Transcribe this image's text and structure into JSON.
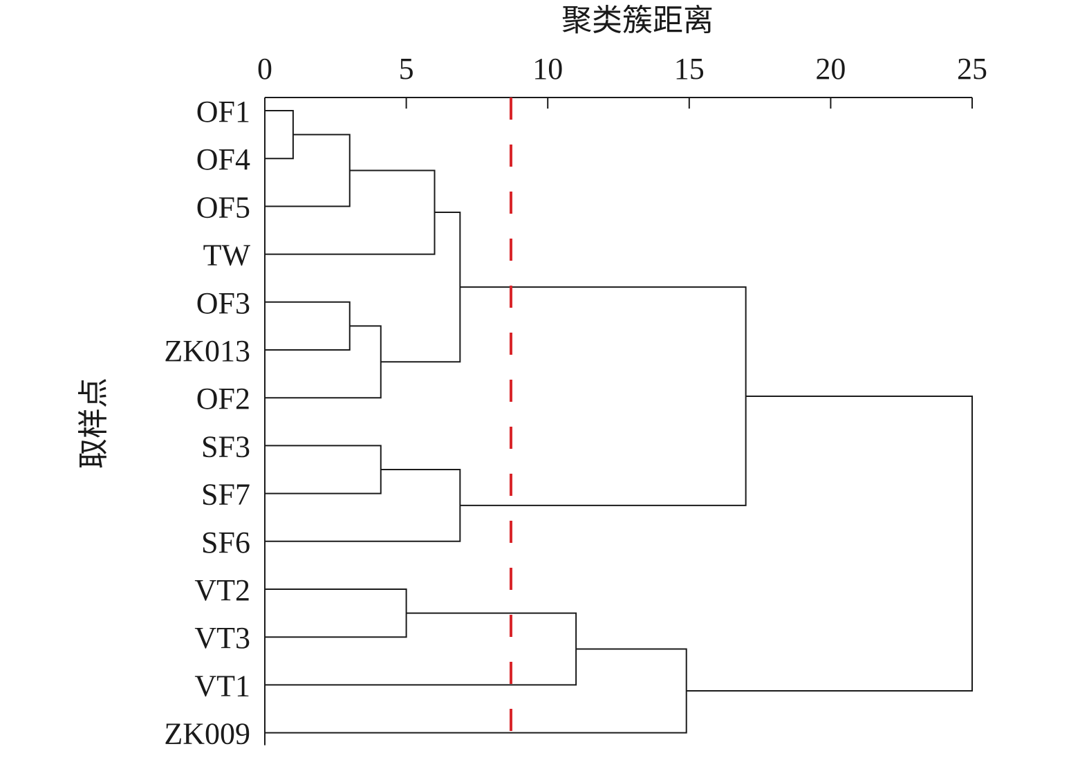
{
  "chart_data": {
    "type": "dendrogram",
    "xlabel": "聚类簇距离",
    "ylabel": "取样点",
    "xlim": [
      0,
      25
    ],
    "xticks": [
      0,
      5,
      10,
      15,
      20,
      25
    ],
    "leaves": [
      "OF1",
      "OF4",
      "OF5",
      "TW",
      "OF3",
      "ZK013",
      "OF2",
      "SF3",
      "SF7",
      "SF6",
      "VT2",
      "VT3",
      "VT1",
      "ZK009"
    ],
    "merges": [
      {
        "left": "OF1",
        "right": "OF4",
        "distance": 1.0
      },
      {
        "left": "OF1+OF4",
        "right": "OF5",
        "distance": 3.0
      },
      {
        "left": "OF1+OF4+OF5",
        "right": "TW",
        "distance": 6.0
      },
      {
        "left": "OF3",
        "right": "ZK013",
        "distance": 3.0
      },
      {
        "left": "OF3+ZK013",
        "right": "OF2",
        "distance": 4.1
      },
      {
        "left": "OF1+OF4+OF5+TW",
        "right": "OF3+ZK013+OF2",
        "distance": 6.9
      },
      {
        "left": "SF3",
        "right": "SF7",
        "distance": 4.1
      },
      {
        "left": "SF3+SF7",
        "right": "SF6",
        "distance": 6.9
      },
      {
        "left": "OF-group",
        "right": "SF-group",
        "distance": 17.0
      },
      {
        "left": "VT2",
        "right": "VT3",
        "distance": 5.0
      },
      {
        "left": "VT2+VT3",
        "right": "VT1",
        "distance": 11.0
      },
      {
        "left": "VT2+VT3+VT1",
        "right": "ZK009",
        "distance": 14.9
      },
      {
        "left": "OF/SF-group",
        "right": "VT-group",
        "distance": 25.0
      }
    ],
    "threshold": 8.7,
    "threshold_color": "#d9262b",
    "line_color": "#1a1a1a",
    "grid": false
  }
}
